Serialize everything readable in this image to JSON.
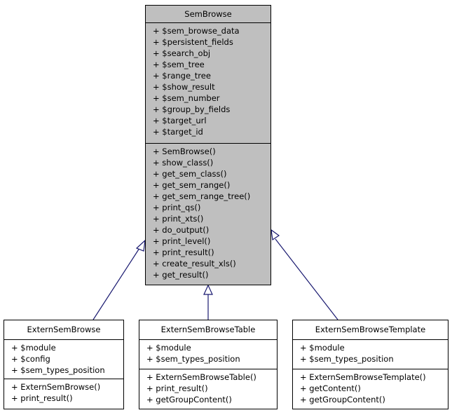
{
  "base": {
    "name": "SemBrowse",
    "attributes": [
      "+ $sem_browse_data",
      "+ $persistent_fields",
      "+ $search_obj",
      "+ $sem_tree",
      "+ $range_tree",
      "+ $show_result",
      "+ $sem_number",
      "+ $group_by_fields",
      "+ $target_url",
      "+ $target_id"
    ],
    "methods": [
      "+ SemBrowse()",
      "+ show_class()",
      "+ get_sem_class()",
      "+ get_sem_range()",
      "+ get_sem_range_tree()",
      "+ print_qs()",
      "+ print_xts()",
      "+ do_output()",
      "+ print_level()",
      "+ print_result()",
      "+ create_result_xls()",
      "+ get_result()"
    ]
  },
  "children": [
    {
      "name": "ExternSemBrowse",
      "attributes": [
        "+ $module",
        "+ $config",
        "+ $sem_types_position"
      ],
      "methods": [
        "+ ExternSemBrowse()",
        "+ print_result()"
      ]
    },
    {
      "name": "ExternSemBrowseTable",
      "attributes": [
        "+ $module",
        "+ $sem_types_position"
      ],
      "methods": [
        "+ ExternSemBrowseTable()",
        "+ print_result()",
        "+ getGroupContent()"
      ]
    },
    {
      "name": "ExternSemBrowseTemplate",
      "attributes": [
        "+ $module",
        "+ $sem_types_position"
      ],
      "methods": [
        "+ ExternSemBrowseTemplate()",
        "+ getContent()",
        "+ getGroupContent()"
      ]
    }
  ],
  "colors": {
    "base_fill": "#bfbfbf",
    "link": "#191970"
  }
}
